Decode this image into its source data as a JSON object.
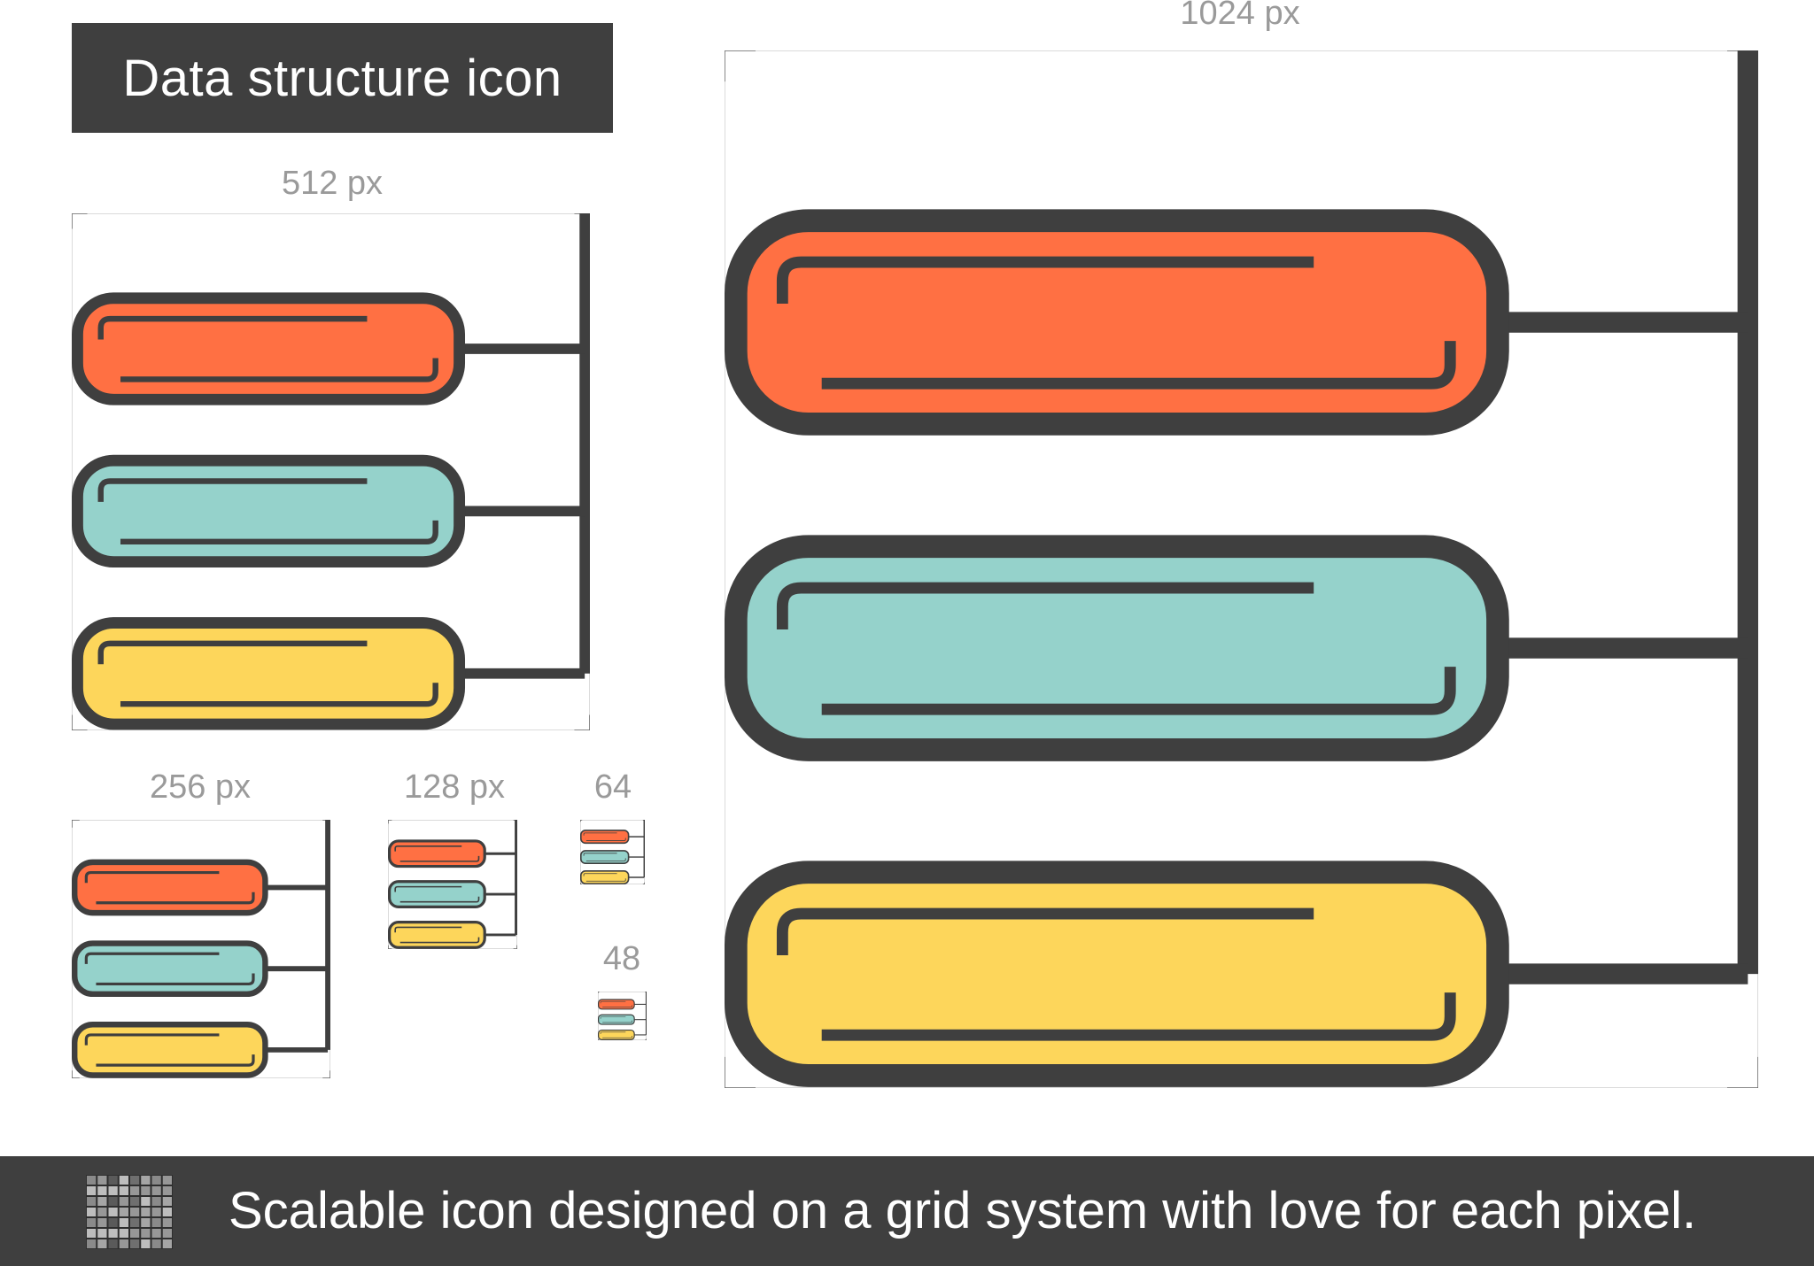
{
  "title": "Data structure icon",
  "sizes": {
    "s1024": "1024 px",
    "s512": "512 px",
    "s256": "256 px",
    "s128": "128 px",
    "s64": "64",
    "s48": "48"
  },
  "footer": {
    "tagline": "Scalable icon designed on a grid system with love for each pixel."
  },
  "icon": {
    "name": "data-structure-icon",
    "outline_color": "#3f3f3f",
    "bar_colors": [
      "#ff7043",
      "#95d2cb",
      "#fdd65b"
    ]
  },
  "grid_icon": {
    "name": "pixel-grid-icon"
  }
}
